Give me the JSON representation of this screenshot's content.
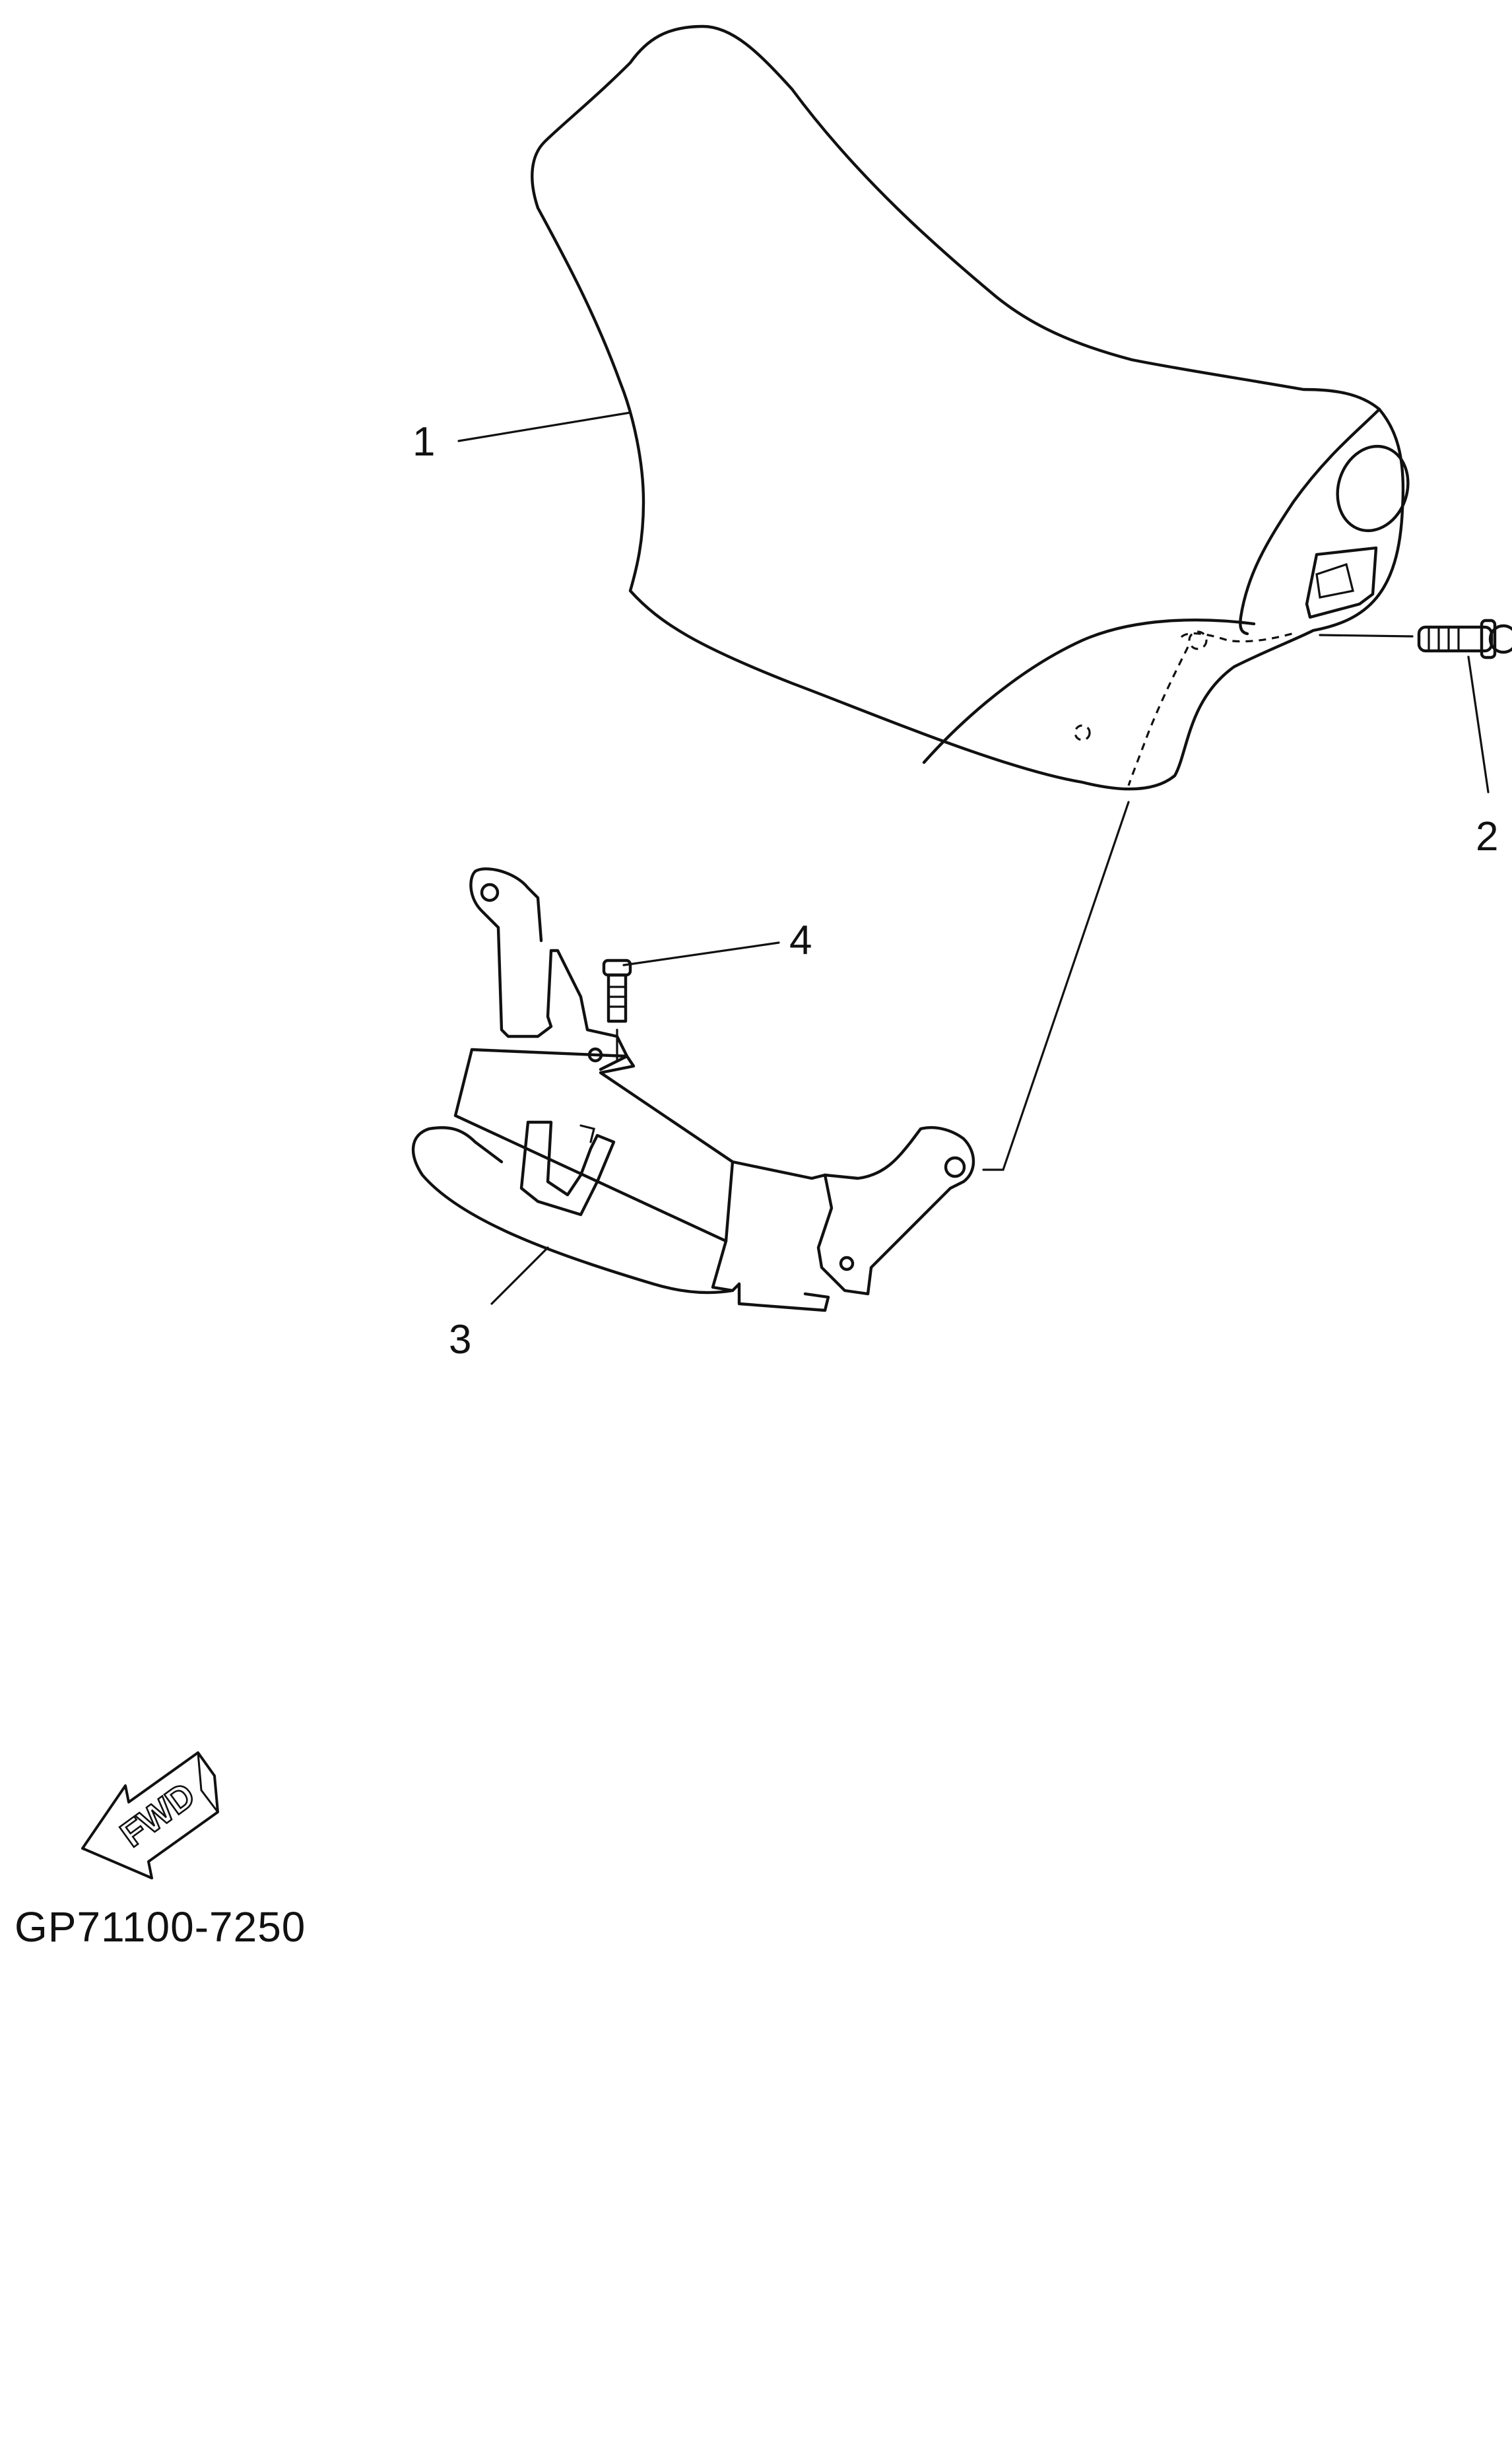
{
  "callouts": [
    {
      "number": "1"
    },
    {
      "number": "2"
    },
    {
      "number": "3"
    },
    {
      "number": "4"
    }
  ],
  "direction_arrow": {
    "text": "FWD",
    "icon": "fwd-arrow-icon"
  },
  "figure_code": "GP71100-7250",
  "colors": {
    "ink": "#111111",
    "background": "#ffffff"
  }
}
